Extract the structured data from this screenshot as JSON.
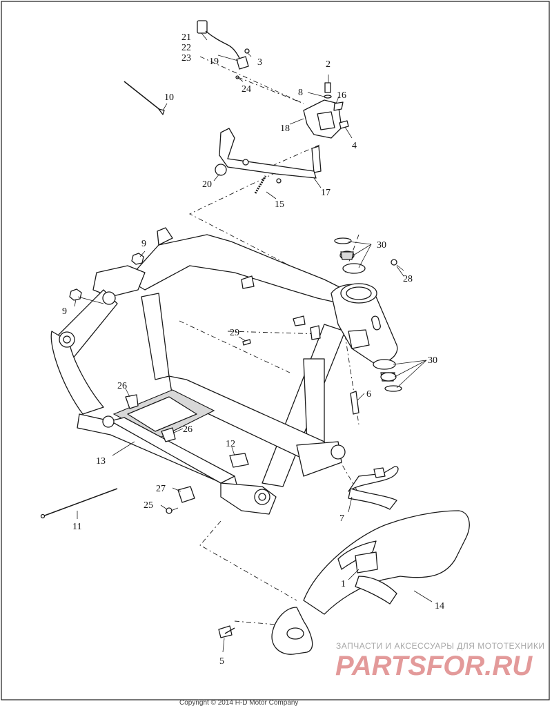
{
  "diagram": {
    "callouts": {
      "c1": "1",
      "c2": "2",
      "c3": "3",
      "c4": "4",
      "c5": "5",
      "c6": "6",
      "c7": "7",
      "c8": "8",
      "c9a": "9",
      "c9b": "9",
      "c10": "10",
      "c11": "11",
      "c12": "12",
      "c13": "13",
      "c14": "14",
      "c15": "15",
      "c16": "16",
      "c17": "17",
      "c18": "18",
      "c19": "19",
      "c20": "20",
      "c21": "21",
      "c22": "22",
      "c23": "23",
      "c24": "24",
      "c25": "25",
      "c26a": "26",
      "c26b": "26",
      "c27": "27",
      "c28": "28",
      "c29": "29",
      "c30a": "30",
      "c30b": "30"
    }
  },
  "watermark": {
    "tagline": "ЗАПЧАСТИ И АКСЕССУАРЫ ДЛЯ МОТОТЕХНИКИ",
    "logo": "PARTSFOR.RU"
  },
  "footer": {
    "copyright": "Copyright © 2014 H-D Motor Company"
  }
}
